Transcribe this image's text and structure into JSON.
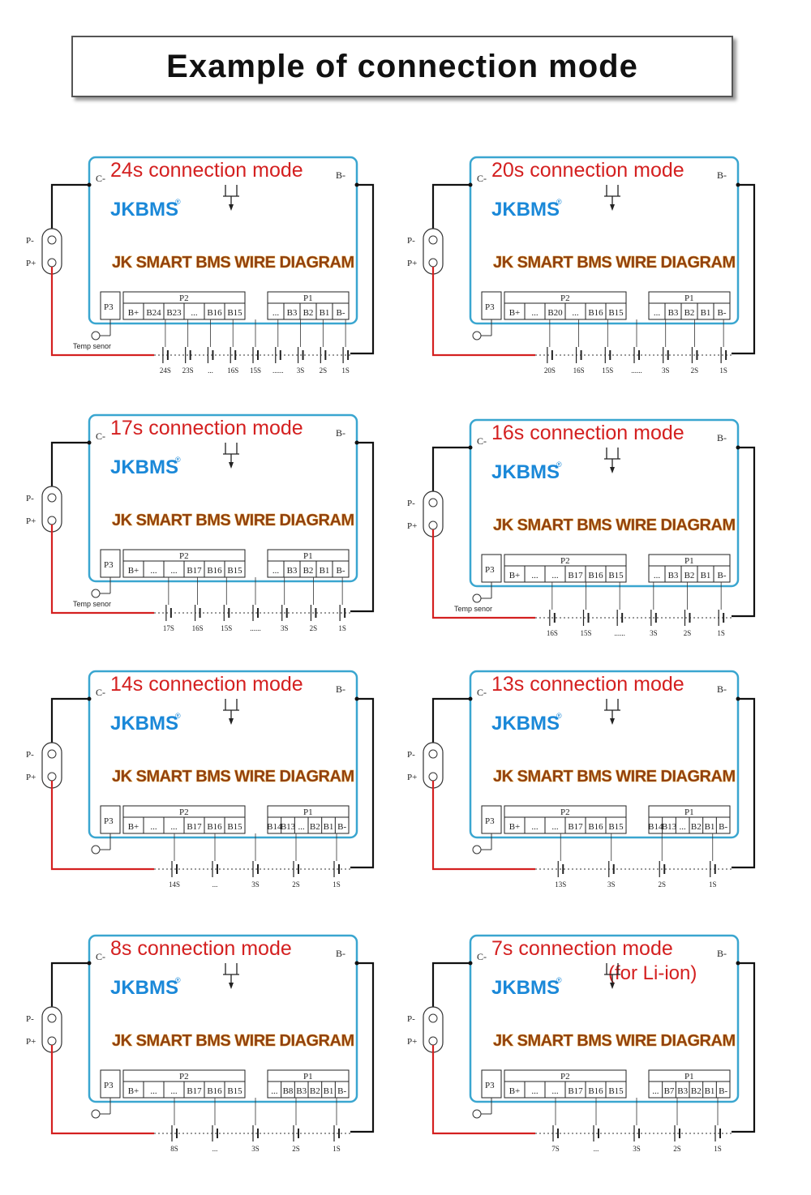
{
  "title": "Example of connection mode",
  "colors": {
    "box": "#3aa6d0",
    "red_wire": "#d42020",
    "title_red": "#d42020",
    "brand_blue": "#1a88d8"
  },
  "common": {
    "brand": "JKBMS",
    "registered": "®",
    "diagram_label": "JK SMART BMS WIRE DIAGRAM",
    "c_minus": "C-",
    "b_minus": "B-",
    "p_minus": "P-",
    "p_plus": "P+",
    "p1": "P1",
    "p2": "P2",
    "p3": "P3",
    "temp_label": "Temp senor"
  },
  "panels": [
    {
      "id": "24s",
      "title": "24s connection mode",
      "note": "",
      "temp": true,
      "p2_pins": [
        "B+",
        "B24",
        "B23",
        "...",
        "B16",
        "B15"
      ],
      "p1_pins": [
        "...",
        "B3",
        "B2",
        "B1",
        "B-"
      ],
      "cells": [
        "24S",
        "23S",
        "...",
        "16S",
        "15S",
        "......",
        "3S",
        "2S",
        "1S"
      ]
    },
    {
      "id": "20s",
      "title": "20s connection mode",
      "note": "",
      "temp": false,
      "p2_pins": [
        "B+",
        "...",
        "B20",
        "...",
        "B16",
        "B15"
      ],
      "p1_pins": [
        "...",
        "B3",
        "B2",
        "B1",
        "B-"
      ],
      "cells": [
        "20S",
        "16S",
        "15S",
        "......",
        "3S",
        "2S",
        "1S"
      ]
    },
    {
      "id": "17s",
      "title": "17s connection mode",
      "note": "",
      "temp": true,
      "p2_pins": [
        "B+",
        "...",
        "...",
        "B17",
        "B16",
        "B15"
      ],
      "p1_pins": [
        "...",
        "B3",
        "B2",
        "B1",
        "B-"
      ],
      "cells": [
        "17S",
        "16S",
        "15S",
        "......",
        "3S",
        "2S",
        "1S"
      ]
    },
    {
      "id": "16s",
      "title": "16s connection mode",
      "note": "",
      "temp": true,
      "p2_pins": [
        "B+",
        "...",
        "...",
        "B17",
        "B16",
        "B15"
      ],
      "p1_pins": [
        "...",
        "B3",
        "B2",
        "B1",
        "B-"
      ],
      "cells": [
        "16S",
        "15S",
        "......",
        "3S",
        "2S",
        "1S"
      ]
    },
    {
      "id": "14s",
      "title": "14s connection mode",
      "note": "",
      "temp": false,
      "p2_pins": [
        "B+",
        "...",
        "...",
        "B17",
        "B16",
        "B15"
      ],
      "p1_pins": [
        "B14",
        "B13",
        "...",
        "B2",
        "B1",
        "B-"
      ],
      "cells": [
        "14S",
        "...",
        "3S",
        "2S",
        "1S"
      ]
    },
    {
      "id": "13s",
      "title": "13s connection mode",
      "note": "",
      "temp": false,
      "p2_pins": [
        "B+",
        "...",
        "...",
        "B17",
        "B16",
        "B15"
      ],
      "p1_pins": [
        "B14",
        "B13",
        "...",
        "B2",
        "B1",
        "B-"
      ],
      "cells": [
        "13S",
        "3S",
        "2S",
        "1S"
      ]
    },
    {
      "id": "8s",
      "title": "8s connection mode",
      "note": "",
      "temp": false,
      "p2_pins": [
        "B+",
        "...",
        "...",
        "B17",
        "B16",
        "B15"
      ],
      "p1_pins": [
        "...",
        "B8",
        "B3",
        "B2",
        "B1",
        "B-"
      ],
      "cells": [
        "8S",
        "...",
        "3S",
        "2S",
        "1S"
      ]
    },
    {
      "id": "7s",
      "title": "7s connection mode",
      "note": "(for Li-ion)",
      "temp": false,
      "p2_pins": [
        "B+",
        "...",
        "...",
        "B17",
        "B16",
        "B15"
      ],
      "p1_pins": [
        "...",
        "B7",
        "B3",
        "B2",
        "B1",
        "B-"
      ],
      "cells": [
        "7S",
        "...",
        "3S",
        "2S",
        "1S"
      ]
    }
  ]
}
